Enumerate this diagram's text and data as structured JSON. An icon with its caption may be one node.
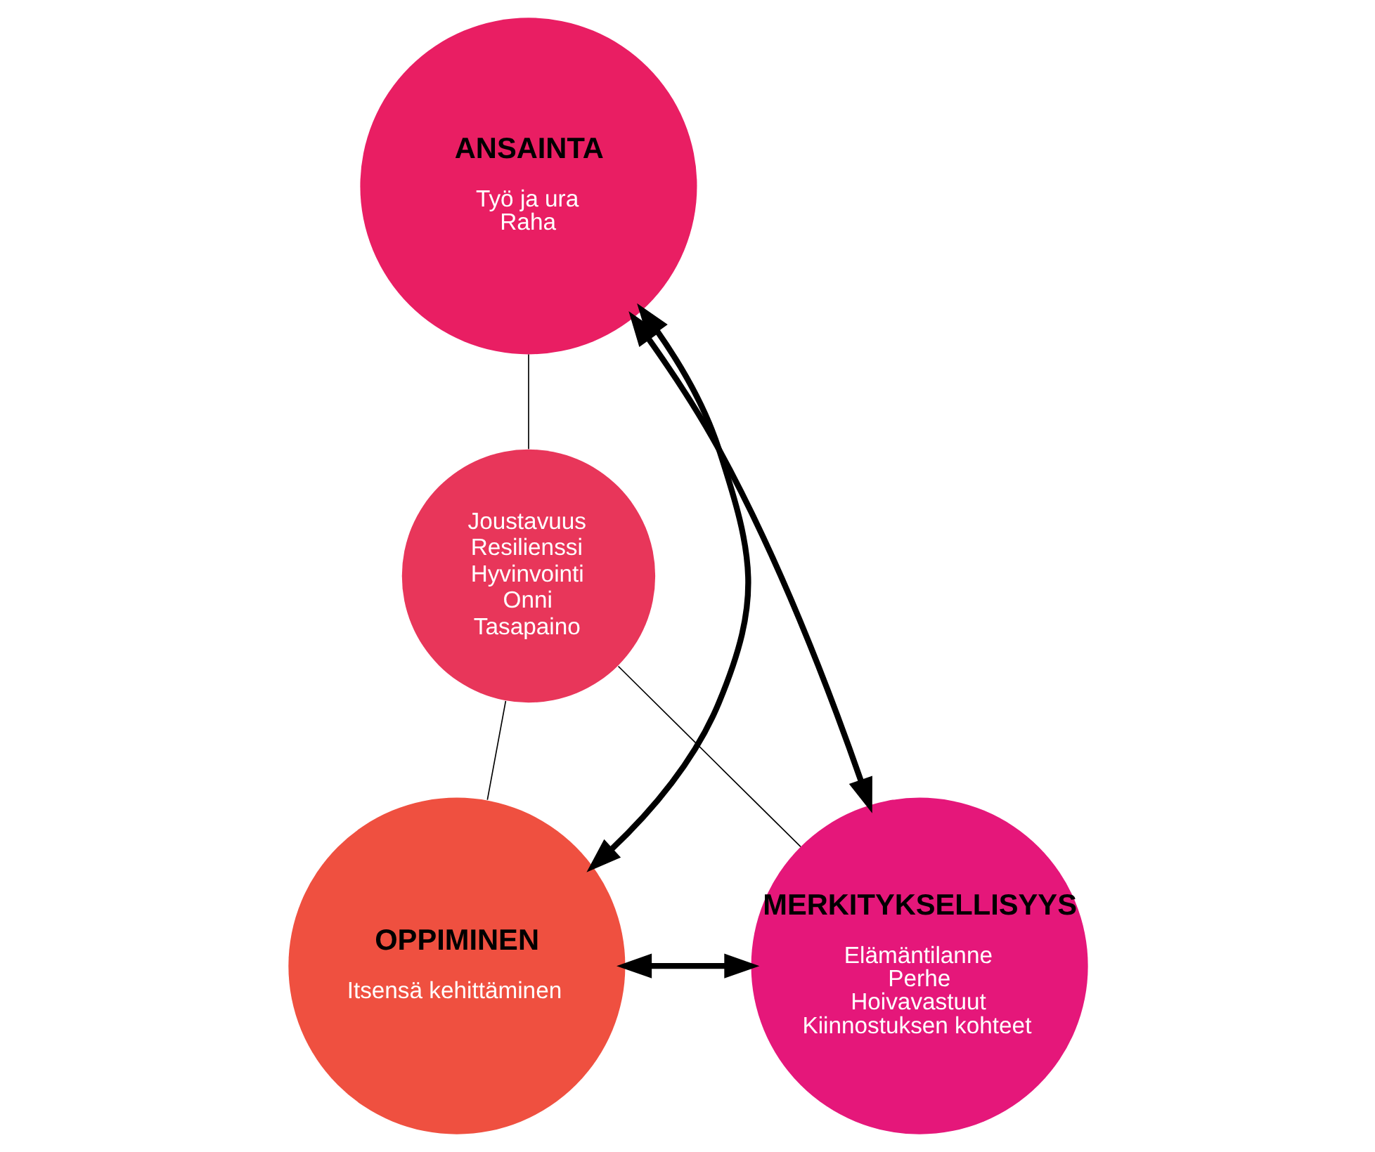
{
  "diagram": {
    "nodes": [
      {
        "text": [
          "ANSAINTA",
          "Työ ja ura",
          "Raha"
        ]
      },
      {
        "text": [
          "Joustavuus",
          "Resilienssi",
          "Hyvinvointi",
          "Onni",
          "Tasapaino"
        ]
      },
      {
        "text": [
          "OPPIMINEN",
          "Itsensä kehittäminen"
        ]
      },
      {
        "text": [
          "MERKITYKSELLISYYS",
          "Elämäntilanne",
          "Perhe",
          "Hoivavastuut",
          "Kiinnostuksen kohteet"
        ]
      }
    ],
    "edges": [
      {
        "from": 0,
        "to": 1,
        "arrow": "none"
      },
      {
        "from": 1,
        "to": 2,
        "arrow": "none"
      },
      {
        "from": 1,
        "to": 3,
        "arrow": "none"
      },
      {
        "from": 2,
        "to": 0,
        "arrow": "both",
        "style": "thick"
      },
      {
        "from": 0,
        "to": 3,
        "arrow": "both",
        "style": "thick"
      },
      {
        "from": 2,
        "to": 3,
        "arrow": "both",
        "style": "thick"
      }
    ]
  }
}
